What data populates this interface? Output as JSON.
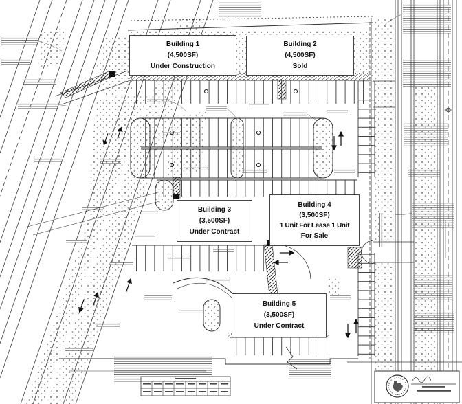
{
  "buildings": [
    {
      "id": "building-1",
      "lines": [
        "Building 1",
        "(4,500SF)",
        "Under Construction"
      ]
    },
    {
      "id": "building-2",
      "lines": [
        "Building 2",
        "(4,500SF)",
        "Sold"
      ]
    },
    {
      "id": "building-3",
      "lines": [
        "Building 3",
        "(3,500SF)",
        "Under Contract"
      ]
    },
    {
      "id": "building-4",
      "lines": [
        "Building 4",
        "(3,500SF)",
        "1 Unit For Lease 1 Unit",
        "For Sale"
      ]
    },
    {
      "id": "building-5",
      "lines": [
        "Building 5",
        "(3,500SF)",
        "Under Contract"
      ]
    }
  ],
  "colors": {
    "paper": "#ffffff",
    "ink": "#2f2f2f",
    "label_border": "#444444"
  }
}
